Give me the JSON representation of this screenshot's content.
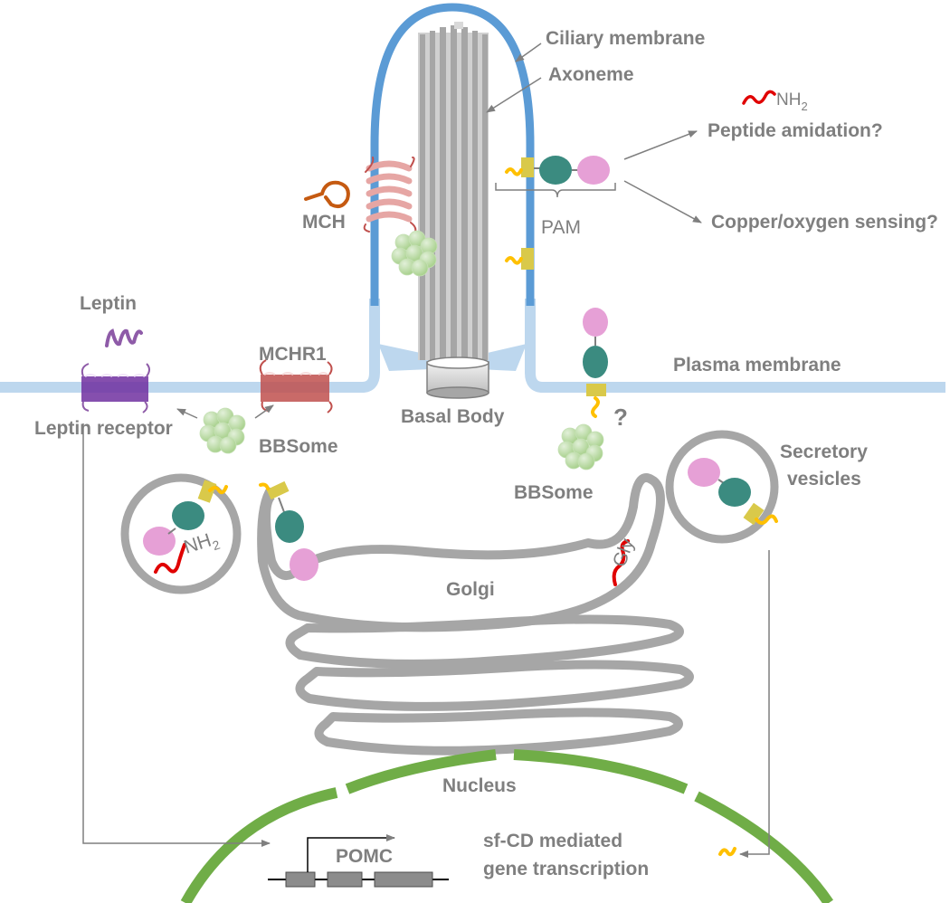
{
  "labels": {
    "ciliary_membrane": "Ciliary membrane",
    "axoneme": "Axoneme",
    "nh2_legend_main": "NH",
    "nh2_legend_sub": "2",
    "peptide_amidation": "Peptide amidation?",
    "copper_oxygen_sensing": "Copper/oxygen sensing?",
    "pam": "PAM",
    "mch": "MCH",
    "leptin": "Leptin",
    "mchr1": "MCHR1",
    "plasma_membrane": "Plasma membrane",
    "leptin_receptor": "Leptin receptor",
    "bbsome_left": "BBSome",
    "basal_body": "Basal Body",
    "question_mark": "?",
    "bbsome_right": "BBSome",
    "secretory_vesicles_line1": "Secretory",
    "secretory_vesicles_line2": "vesicles",
    "vesicle_nh2_main": "NH",
    "vesicle_nh2_sub": "2",
    "golgi": "Golgi",
    "gly": "Gly",
    "nucleus": "Nucleus",
    "pomc": "POMC",
    "transcription_line1": "sf-CD mediated",
    "transcription_line2": "gene transcription"
  },
  "colors": {
    "ciliary_membrane": "#5b9bd5",
    "plasma_membrane": "#bdd7ee",
    "axoneme": "#a6a6a6",
    "golgi": "#a6a6a6",
    "nucleus": "#70ad47",
    "bbsome": "#a9d18e",
    "pam_catalytic_teal": "#3b8b80",
    "pam_catalytic_pink": "#e6a0d6",
    "pam_tm_yellow": "#d9c94a",
    "pam_tail": "#ffc000",
    "peptide_red": "#e00000",
    "mch": "#c55a11",
    "leptin": "#8e5ba8",
    "mchr1": "#c0504d",
    "text": "#7f7f7f"
  }
}
